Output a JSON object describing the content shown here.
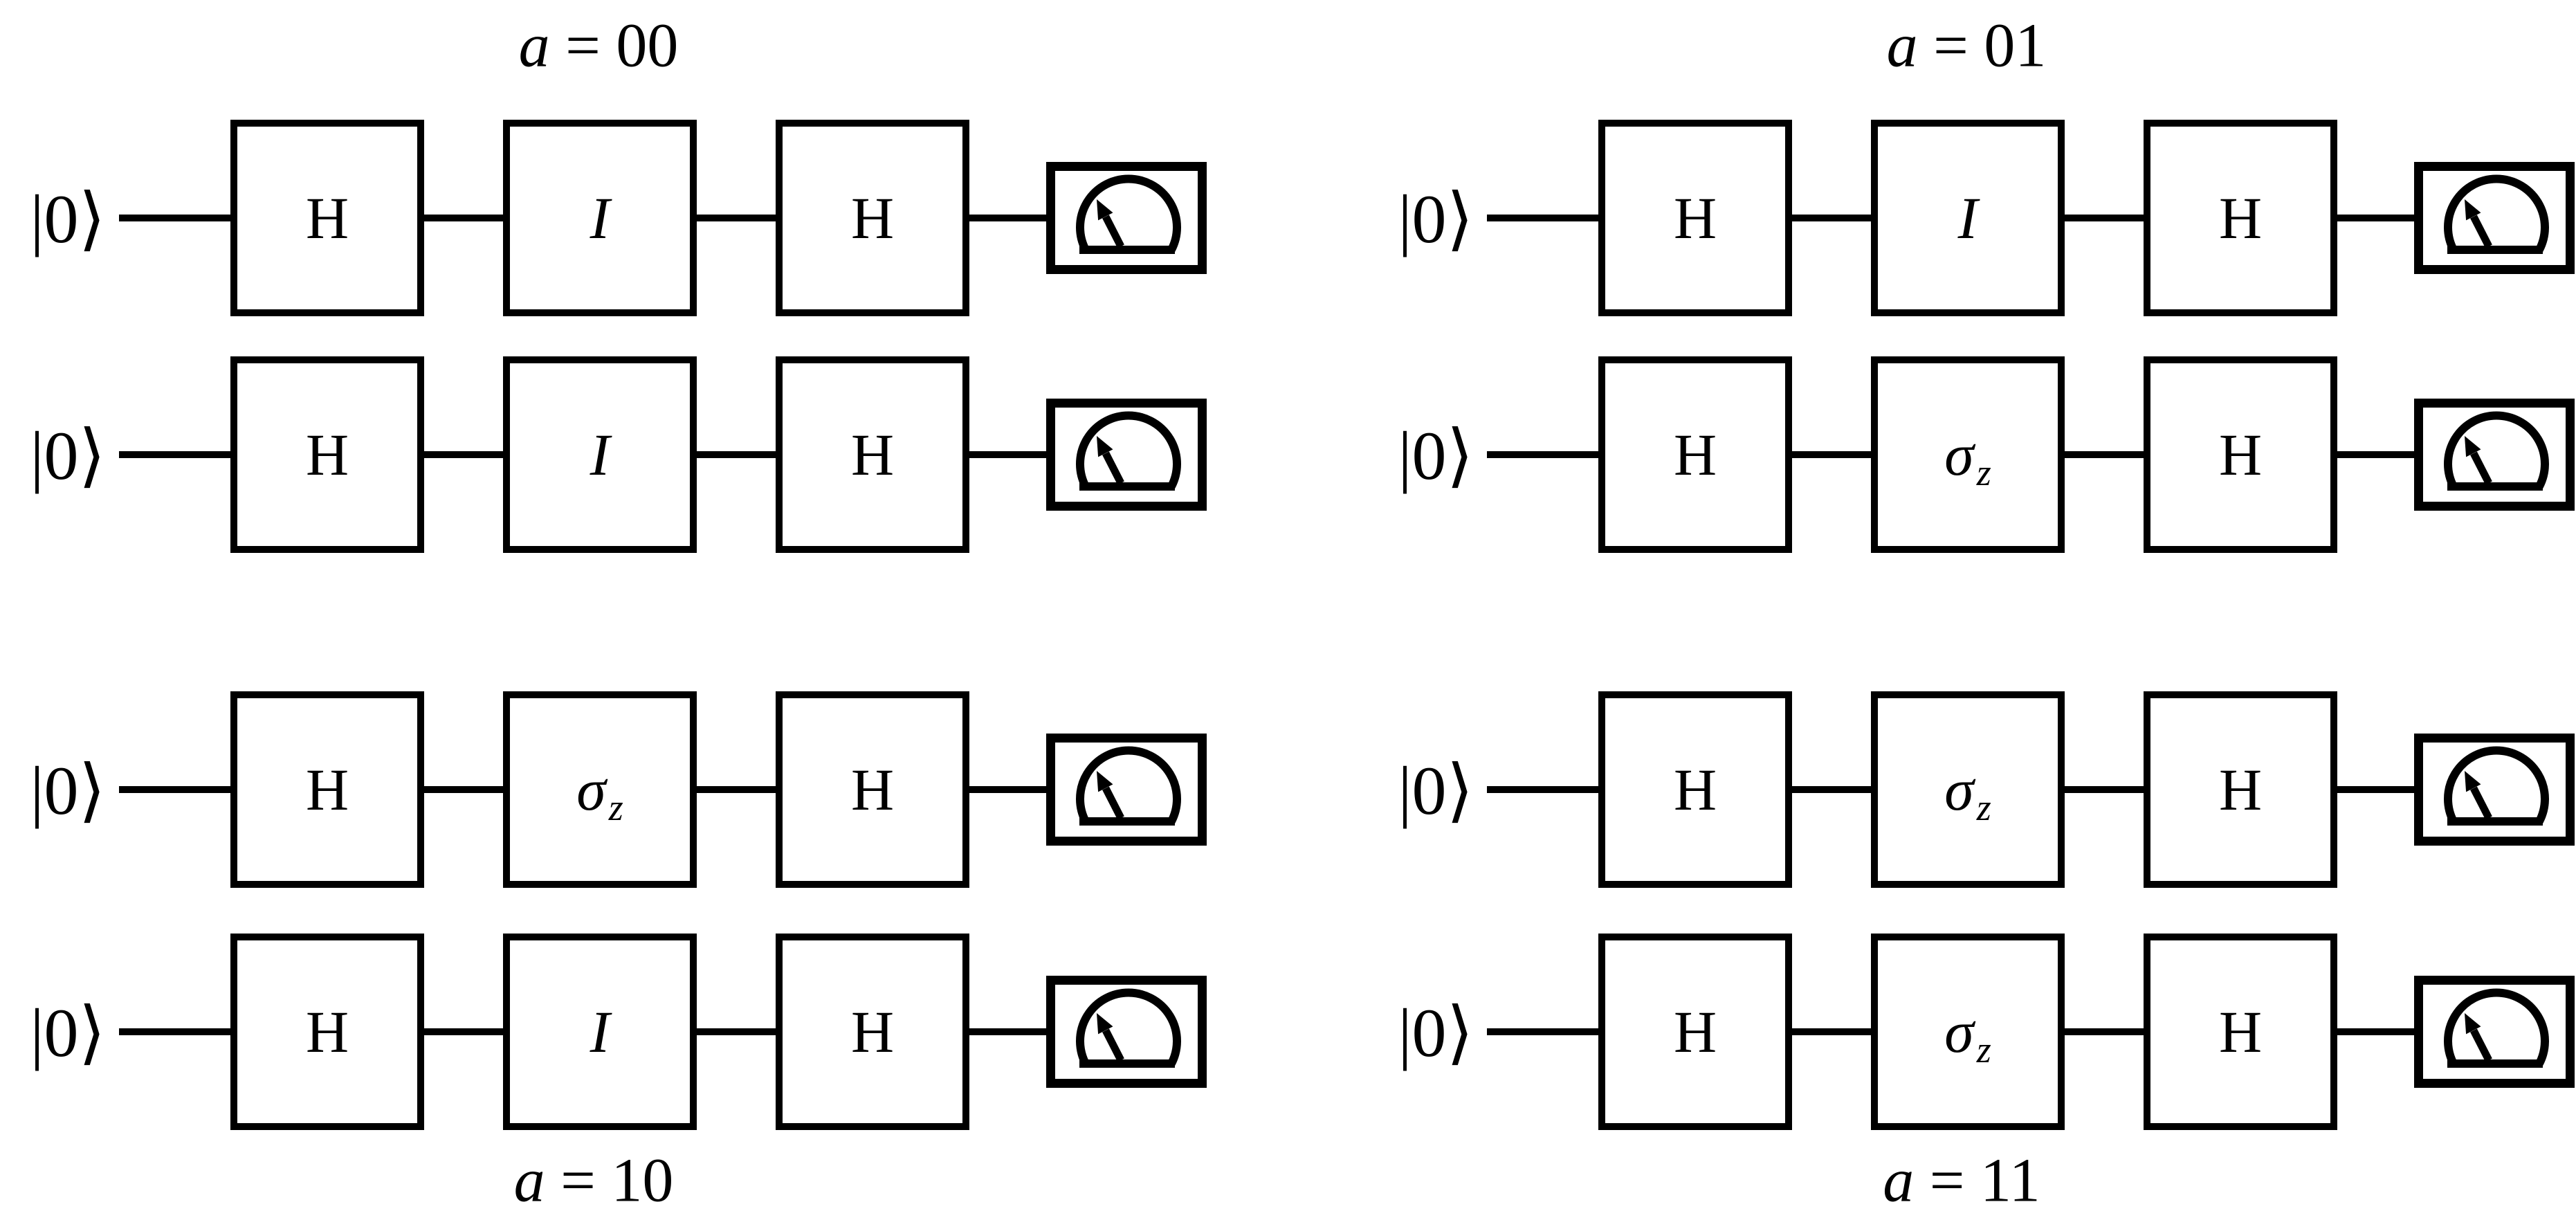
{
  "figure": {
    "type": "quantum-circuit-diagram",
    "background_color": "#ffffff",
    "ink_color": "#000000",
    "icons": {
      "meter": "measurement-gauge-icon"
    }
  },
  "panels": [
    {
      "id": "a00",
      "label": {
        "var": "a",
        "eq": " = 00"
      },
      "label_position": "top",
      "wires": [
        {
          "ket": "|0⟩",
          "gates": [
            {
              "base": "H",
              "sub": "",
              "italic": false
            },
            {
              "base": "I",
              "sub": "",
              "italic": true
            },
            {
              "base": "H",
              "sub": "",
              "italic": false
            }
          ],
          "meter": true
        },
        {
          "ket": "|0⟩",
          "gates": [
            {
              "base": "H",
              "sub": "",
              "italic": false
            },
            {
              "base": "I",
              "sub": "",
              "italic": true
            },
            {
              "base": "H",
              "sub": "",
              "italic": false
            }
          ],
          "meter": true
        }
      ]
    },
    {
      "id": "a01",
      "label": {
        "var": "a",
        "eq": " = 01"
      },
      "label_position": "top",
      "wires": [
        {
          "ket": "|0⟩",
          "gates": [
            {
              "base": "H",
              "sub": "",
              "italic": false
            },
            {
              "base": "I",
              "sub": "",
              "italic": true
            },
            {
              "base": "H",
              "sub": "",
              "italic": false
            }
          ],
          "meter": true
        },
        {
          "ket": "|0⟩",
          "gates": [
            {
              "base": "H",
              "sub": "",
              "italic": false
            },
            {
              "base": "σ",
              "sub": "z",
              "italic": true
            },
            {
              "base": "H",
              "sub": "",
              "italic": false
            }
          ],
          "meter": true
        }
      ]
    },
    {
      "id": "a10",
      "label": {
        "var": "a",
        "eq": " = 10"
      },
      "label_position": "bottom",
      "wires": [
        {
          "ket": "|0⟩",
          "gates": [
            {
              "base": "H",
              "sub": "",
              "italic": false
            },
            {
              "base": "σ",
              "sub": "z",
              "italic": true
            },
            {
              "base": "H",
              "sub": "",
              "italic": false
            }
          ],
          "meter": true
        },
        {
          "ket": "|0⟩",
          "gates": [
            {
              "base": "H",
              "sub": "",
              "italic": false
            },
            {
              "base": "I",
              "sub": "",
              "italic": true
            },
            {
              "base": "H",
              "sub": "",
              "italic": false
            }
          ],
          "meter": true
        }
      ]
    },
    {
      "id": "a11",
      "label": {
        "var": "a",
        "eq": " = 11"
      },
      "label_position": "bottom",
      "wires": [
        {
          "ket": "|0⟩",
          "gates": [
            {
              "base": "H",
              "sub": "",
              "italic": false
            },
            {
              "base": "σ",
              "sub": "z",
              "italic": true
            },
            {
              "base": "H",
              "sub": "",
              "italic": false
            }
          ],
          "meter": true
        },
        {
          "ket": "|0⟩",
          "gates": [
            {
              "base": "H",
              "sub": "",
              "italic": false
            },
            {
              "base": "σ",
              "sub": "z",
              "italic": true
            },
            {
              "base": "H",
              "sub": "",
              "italic": false
            }
          ],
          "meter": true
        }
      ]
    }
  ]
}
